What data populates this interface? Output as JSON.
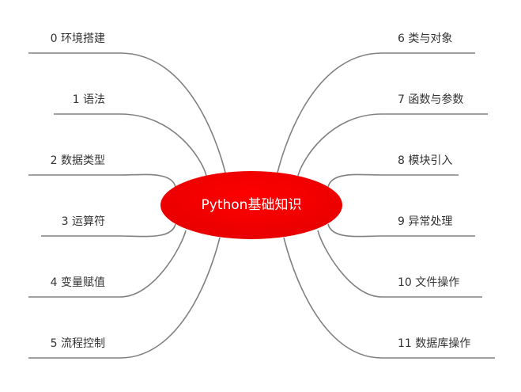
{
  "root": {
    "label": "Python基础知识",
    "color": "#ee0000"
  },
  "branches": [
    {
      "label": "0 环境搭建",
      "side": "left"
    },
    {
      "label": "1 语法",
      "side": "left"
    },
    {
      "label": "2 数据类型",
      "side": "left"
    },
    {
      "label": "3 运算符",
      "side": "left"
    },
    {
      "label": "4 变量赋值",
      "side": "left"
    },
    {
      "label": "5 流程控制",
      "side": "left"
    },
    {
      "label": "6 类与对象",
      "side": "right"
    },
    {
      "label": "7 函数与参数",
      "side": "right"
    },
    {
      "label": "8 模块引入",
      "side": "right"
    },
    {
      "label": "9 异常处理",
      "side": "right"
    },
    {
      "label": "10 文件操作",
      "side": "right"
    },
    {
      "label": "11 数据库操作",
      "side": "right"
    }
  ],
  "line_color": "#808080"
}
